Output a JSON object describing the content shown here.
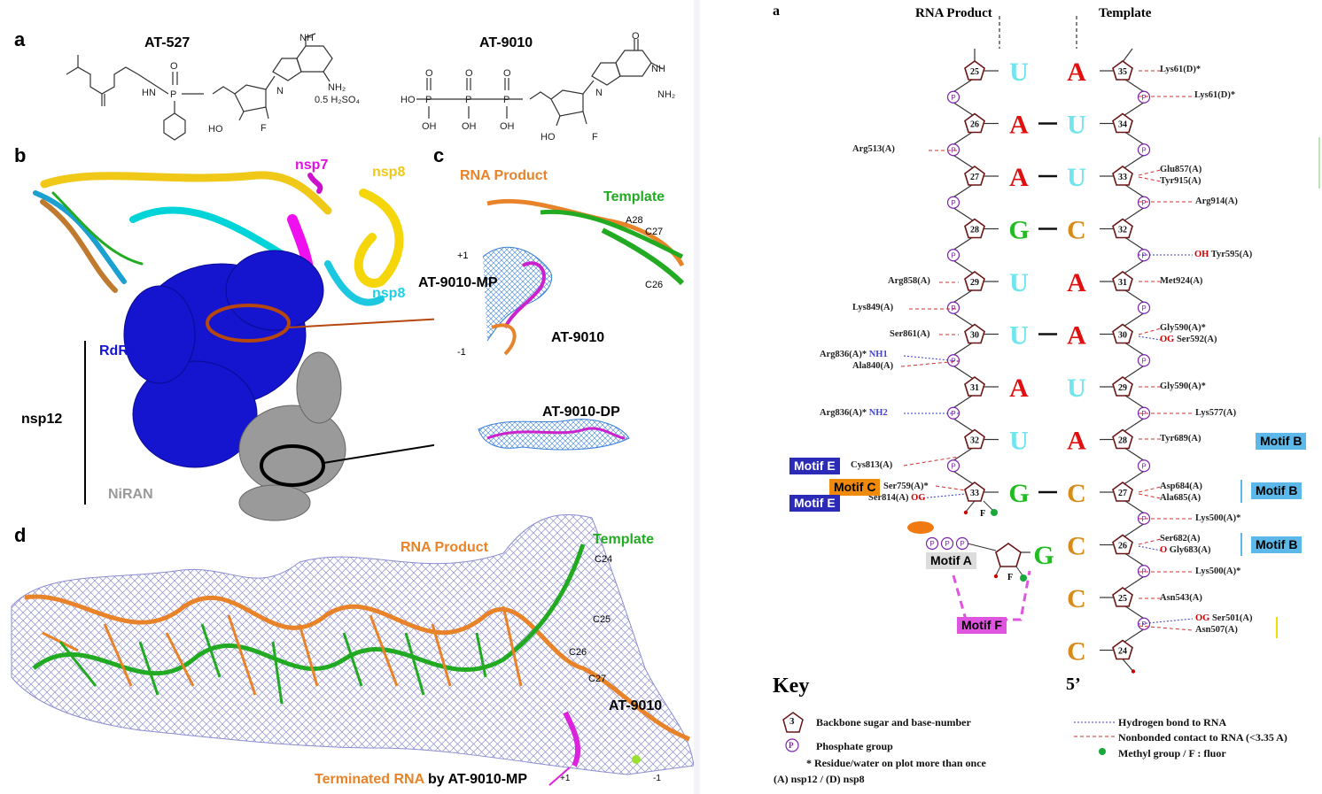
{
  "left": {
    "panel_labels": {
      "a": "a",
      "b": "b",
      "c": "c",
      "d": "d"
    },
    "compounds": {
      "at527": {
        "name": "AT-527",
        "salt": "0.5 H₂SO₄",
        "atoms": {
          "hn": "HN",
          "p": "P",
          "o": "O",
          "nh": "NH",
          "n": "N",
          "nh2": "NH₂",
          "ho": "HO",
          "f": "F"
        }
      },
      "at9010": {
        "name": "AT-9010",
        "atoms": {
          "ho": "HO",
          "p": "P",
          "o": "O",
          "oh": "OH",
          "nh": "NH",
          "n": "N",
          "nh2": "NH₂",
          "f": "F"
        }
      }
    },
    "structure_b": {
      "nsp7": "nsp7",
      "nsp8_top": "nsp8",
      "nsp8_side": "nsp8",
      "rdrp": "RdRP",
      "nsp12": "nsp12",
      "niran": "NiRAN"
    },
    "density_c": {
      "rna_product": "RNA Product",
      "template": "Template",
      "a28": "A28",
      "c27": "C27",
      "c26": "C26",
      "plus1": "+1",
      "minus1": "-1",
      "at9010mp": "AT-9010-MP",
      "at9010": "AT-9010",
      "at9010dp": "AT-9010-DP"
    },
    "density_d": {
      "rna_product": "RNA Product",
      "template": "Template",
      "c24": "C24",
      "c25": "C25",
      "c26": "C26",
      "c27": "C27",
      "at9010": "AT-9010",
      "terminated_prefix": "Terminated RNA",
      "terminated_suffix": " by AT-9010-MP",
      "plus1": "+1",
      "minus1": "-1"
    }
  },
  "right": {
    "label": "a",
    "header": {
      "product": "RNA Product",
      "template": "Template"
    },
    "product_strand": [
      {
        "num": "25",
        "base": "U",
        "color": "#6fe6ee"
      },
      {
        "num": "26",
        "base": "A",
        "color": "#e01010"
      },
      {
        "num": "27",
        "base": "A",
        "color": "#e01010"
      },
      {
        "num": "28",
        "base": "G",
        "color": "#22bb22"
      },
      {
        "num": "29",
        "base": "U",
        "color": "#6fe6ee"
      },
      {
        "num": "30",
        "base": "U",
        "color": "#6fe6ee"
      },
      {
        "num": "31",
        "base": "A",
        "color": "#e01010"
      },
      {
        "num": "32",
        "base": "U",
        "color": "#6fe6ee"
      },
      {
        "num": "33",
        "base": "G",
        "color": "#22bb22"
      }
    ],
    "template_strand": [
      {
        "num": "35",
        "base": "A",
        "color": "#e01010"
      },
      {
        "num": "34",
        "base": "U",
        "color": "#6fe6ee"
      },
      {
        "num": "33",
        "base": "U",
        "color": "#6fe6ee"
      },
      {
        "num": "32",
        "base": "C",
        "color": "#d98b1a"
      },
      {
        "num": "31",
        "base": "A",
        "color": "#e01010"
      },
      {
        "num": "30",
        "base": "A",
        "color": "#e01010"
      },
      {
        "num": "29",
        "base": "U",
        "color": "#6fe6ee"
      },
      {
        "num": "28",
        "base": "A",
        "color": "#e01010"
      },
      {
        "num": "27",
        "base": "C",
        "color": "#d98b1a"
      },
      {
        "num": "26",
        "base": "C",
        "color": "#d98b1a"
      },
      {
        "num": "25",
        "base": "C",
        "color": "#d98b1a"
      },
      {
        "num": "24",
        "base": "C",
        "color": "#d98b1a"
      }
    ],
    "incoming": {
      "base": "G",
      "color": "#22bb22",
      "f": "F",
      "p": "P"
    },
    "left_residues": {
      "arg513": "Arg513(A)",
      "arg858": "Arg858(A)",
      "lys849": "Lys849(A)",
      "ser861": "Ser861(A)",
      "arg836_nh1": "Arg836(A)*",
      "nh1": "NH1",
      "ala840": "Ala840(A)",
      "arg836_nh2": "Arg836(A)*",
      "nh2": "NH2",
      "cys813": "Cys813(A)",
      "ser759": "Ser759(A)*",
      "ser814": "Ser814(A)",
      "og": "OG"
    },
    "right_residues": {
      "lys61a": "Lys61(D)*",
      "lys61b": "Lys61(D)*",
      "glu857": "Glu857(A)",
      "tyr915": "Tyr915(A)",
      "arg914": "Arg914(A)",
      "oh": "OH",
      "tyr595": "Tyr595(A)",
      "met924": "Met924(A)",
      "gly590a": "Gly590(A)*",
      "og1": "OG",
      "ser592": "Ser592(A)",
      "gly590b": "Gly590(A)*",
      "lys577": "Lys577(A)",
      "tyr689": "Tyr689(A)",
      "asp684": "Asp684(A)",
      "ala685": "Ala685(A)",
      "lys500a": "Lys500(A)*",
      "ser682": "Ser682(A)",
      "o": "O",
      "gly683": "Gly683(A)",
      "lys500b": "Lys500(A)*",
      "asn543": "Asn543(A)",
      "og2": "OG",
      "ser501": "Ser501(A)",
      "asn507": "Asn507(A)"
    },
    "motifs": {
      "e1": "Motif E",
      "c": "Motif C",
      "e2": "Motif E",
      "b1": "Motif B",
      "b2": "Motif B",
      "b3": "Motif B",
      "a": "Motif A",
      "f": "Motif F"
    },
    "prime_label": "5’",
    "key": {
      "title": "Key",
      "sugar_num": "3",
      "sugar": "Backbone sugar and base-number",
      "phosphate_sym": "P",
      "phosphate": "Phosphate group",
      "star": "* Residue/water on plot more than once",
      "chains": "(A) nsp12 / (D) nsp8",
      "hbond": "Hydrogen bond to RNA",
      "nonbond": "Nonbonded contact to RNA (<3.35 A)",
      "methyl": "Methyl group / F : fluor"
    }
  }
}
